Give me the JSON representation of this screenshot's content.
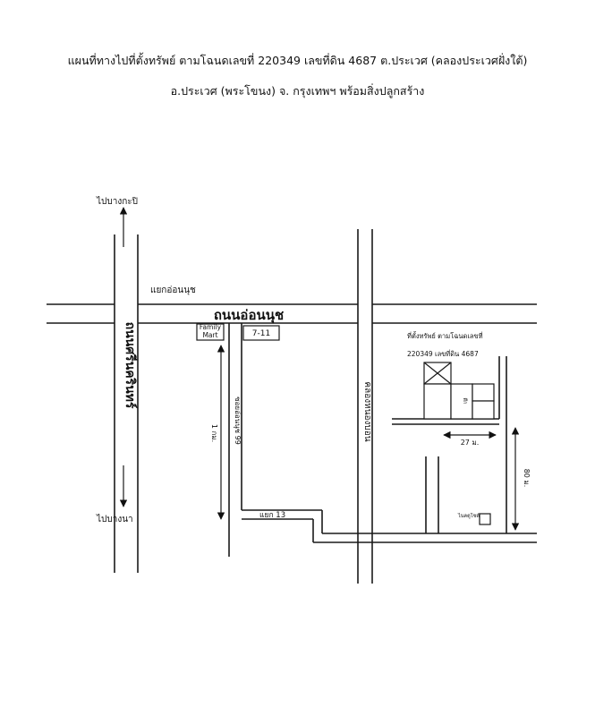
{
  "title": {
    "line1": "แผนที่ทางไปที่ตั้งทรัพย์ ตามโฉนดเลขที่ 220349 เลขที่ดิน 4687 ต.ประเวศ (คลองประเวศฝั่งใต้)",
    "line2": "อ.ประเวศ (พระโขนง) จ. กรุงเทพฯ พร้อมสิ่งปลูกสร้าง"
  },
  "map": {
    "to_bang_kapi": "ไปบางกะปิ",
    "to_bang_na": "ไปบางนา",
    "on_nut_junction": "แยกอ่อนนุช",
    "on_nut_road": "ถนนอ่อนนุช",
    "sri_nakarin_road": "ถนนศรีนครินทร์",
    "family_mart_line1": "Family",
    "family_mart_line2": "Mart",
    "seven_eleven": "7-11",
    "soi_on_nut_99": "ซอยอ่อนนุช 99",
    "distance_1km": "1 กม.",
    "klong_nong_bon": "คลองหนองบอน",
    "property_label_line1": "ที่ตั้งทรัพย์ ตามโฉนดเลขที่",
    "property_label_line2": "220349 เลขที่ดิน 4687",
    "distance_27m": "27 ม.",
    "distance_80m": "80 ม.",
    "junction_13": "แยก 13",
    "small_building_label": "ไนคตูโซต์",
    "house_label": "ตึก"
  }
}
